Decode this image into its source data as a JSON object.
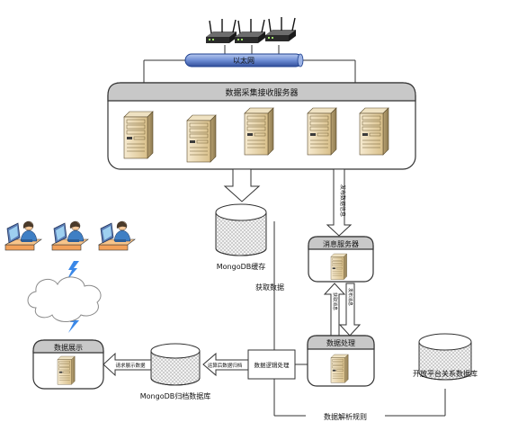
{
  "ethernet_label": "以太网",
  "collection_server": {
    "title": "数据采集接收服务器"
  },
  "mongodb_cache": {
    "label": "MongoDB缓存"
  },
  "message_server": {
    "title": "消息服务器"
  },
  "data_processing": {
    "title": "数据处理"
  },
  "data_display": {
    "title": "数据展示"
  },
  "mongodb_archive": {
    "label": "MongoDB归档数据库"
  },
  "open_platform_db": {
    "label": "开放平台关系数据库"
  },
  "data_logic_box": {
    "label": "数据逻辑处理"
  },
  "edges": {
    "publish_message": "发布数据信息",
    "fetch_data": "获取数据",
    "get_message": "获取消息",
    "send_message": "发布消息",
    "archive_storage": "运算后数据归档",
    "display_request": "请求展示数据",
    "parse_rules": "数据解析规则"
  },
  "colors": {
    "header_gray": "#c8c8c8",
    "ethernet_blue": "#1d3f8e",
    "server_beige": "#e9d7b0",
    "arrow_fill": "#ffffff",
    "cloud_blue": "#3a88e8"
  }
}
